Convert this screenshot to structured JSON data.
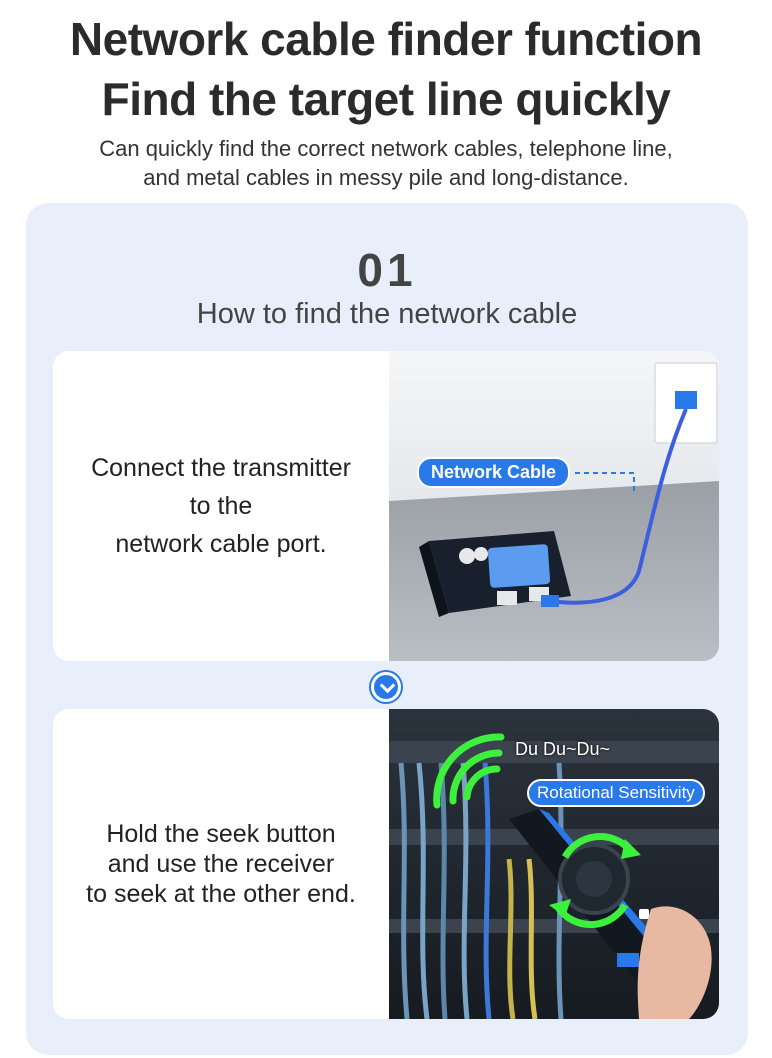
{
  "header": {
    "line1": "Network cable finder function",
    "line2": "Find the target line quickly",
    "sub1": "Can quickly find the correct network cables, telephone line,",
    "sub2": "and metal cables in messy pile and long-distance."
  },
  "section": {
    "number": "01",
    "title": "How to find the network cable"
  },
  "steps": [
    {
      "text_lines": [
        "Connect the transmitter",
        "to the",
        "network cable port."
      ],
      "label": "Network Cable"
    },
    {
      "text_lines": [
        "Hold the seek button",
        "and use the receiver",
        "to seek at the other end."
      ],
      "sound_label": "Du Du~Du~",
      "label": "Rotational Sensitivity"
    }
  ],
  "colors": {
    "accent": "#2a79e8",
    "panel_bg": "#e8effb",
    "card_bg": "#ffffff",
    "wave_green": "#3df03d"
  },
  "icons": {
    "step_arrow": "chevron-down-icon"
  }
}
